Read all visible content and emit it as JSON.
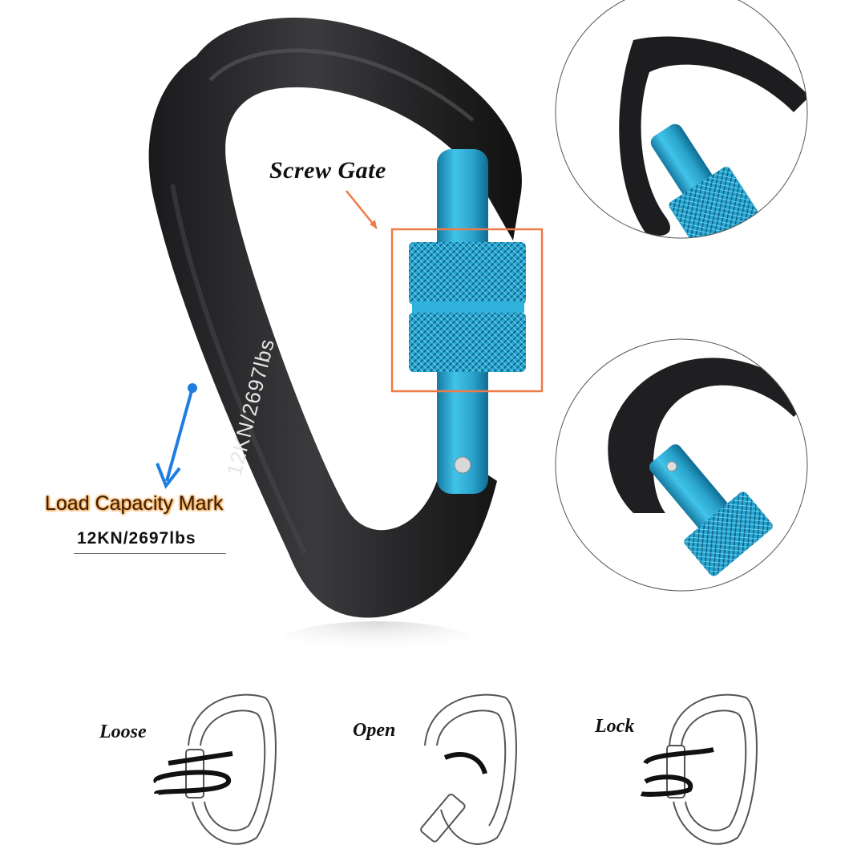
{
  "callouts": {
    "screw_gate": "Screw Gate",
    "load_capacity_title": "Load Capacity Mark",
    "load_capacity_value": "12KN/2697lbs",
    "engraving": "12KN/2697lbs"
  },
  "steps": [
    {
      "label": "Loose"
    },
    {
      "label": "Open"
    },
    {
      "label": "Lock"
    }
  ],
  "colors": {
    "body": "#2a2a2c",
    "gate": "#2aa9d2",
    "callout_box": "#ef7a45",
    "pointer_arrow": "#1e7de0",
    "load_glow": "#f4a44a"
  }
}
